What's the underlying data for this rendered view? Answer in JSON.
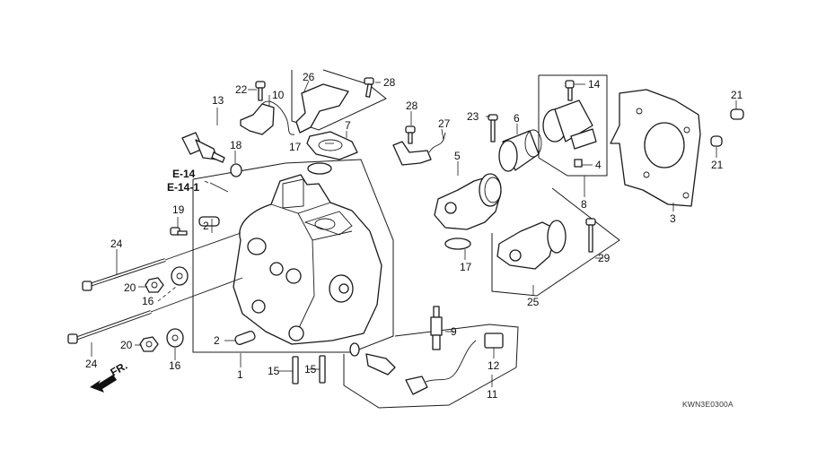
{
  "diagram": {
    "type": "exploded-parts-diagram",
    "subject": "Cylinder head assembly",
    "diagram_code": "KWN3E0300A",
    "direction_indicator": "FR.",
    "reference_labels": [
      "E-14",
      "E-14-1"
    ],
    "callouts": {
      "c1": "1",
      "c2a": "2",
      "c2b": "2",
      "c3": "3",
      "c4": "4",
      "c5": "5",
      "c6": "6",
      "c7": "7",
      "c8": "8",
      "c9": "9",
      "c10": "10",
      "c11": "11",
      "c12": "12",
      "c13": "13",
      "c14": "14",
      "c15a": "15",
      "c15b": "15",
      "c16a": "16",
      "c16b": "16",
      "c17a": "17",
      "c17b": "17",
      "c18": "18",
      "c19": "19",
      "c20a": "20",
      "c20b": "20",
      "c21a": "21",
      "c21b": "21",
      "c22": "22",
      "c23": "23",
      "c24a": "24",
      "c24b": "24",
      "c25": "25",
      "c26": "26",
      "c27": "27",
      "c28a": "28",
      "c28b": "28",
      "c29": "29"
    }
  }
}
